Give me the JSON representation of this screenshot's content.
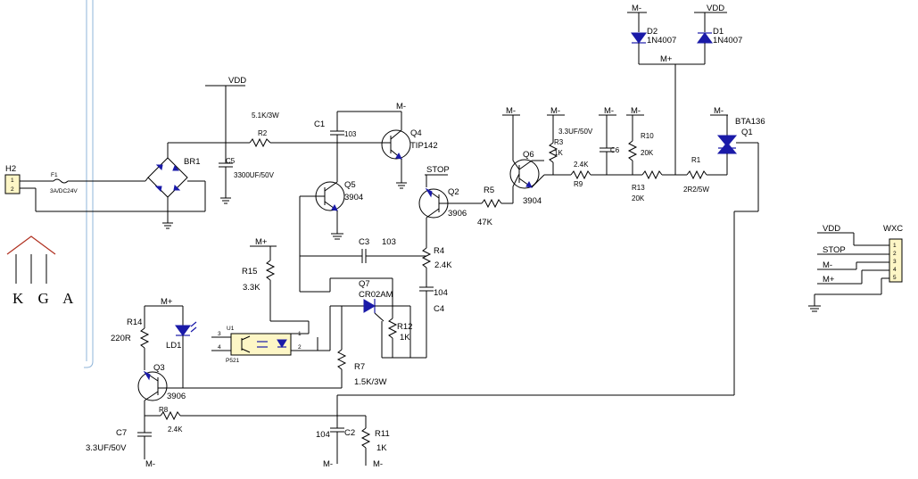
{
  "labels": {
    "H2": "H2",
    "F1": "F1",
    "fuse": "3A/DC24V",
    "BR1": "BR1",
    "C5": "C5",
    "C5v": "3300UF/50V",
    "VDD_top": "VDD",
    "R2": "R2",
    "R2v": "5.1K/3W",
    "C1": "C1",
    "C1v": "103",
    "Q4": "Q4",
    "Q4v": "TIP142",
    "Mminus_q4": "M-",
    "Q5": "Q5",
    "Q5v": "3904",
    "STOP": "STOP",
    "Q2": "Q2",
    "Q2v": "3906",
    "R5": "R5",
    "R5v": "47K",
    "Q6": "Q6",
    "Q6v": "3904",
    "Mminus_q6": "M-",
    "R3": "R3",
    "R3v": "1K",
    "Mminus_r3": "M-",
    "C6v": "3.3UF/50V",
    "C6": "C6",
    "Mminus_c6": "M-",
    "R9": "R9",
    "R9v": "2.4K",
    "R10": "R10",
    "R10v": "20K",
    "Mminus_r10": "M-",
    "R13": "R13",
    "R13v": "20K",
    "R1": "R1",
    "R1v": "2R2/5W",
    "Mminus_q1": "M-",
    "Q1v": "BTA136",
    "Q1": "Q1",
    "D2": "D2",
    "D2v": "1N4007",
    "Mminus_d2": "M-",
    "D1": "D1",
    "D1v": "1N4007",
    "VDD_d1": "VDD",
    "Mplus_d": "M+",
    "Mplus_r15": "M+",
    "R15": "R15",
    "R15v": "3.3K",
    "C3": "C3",
    "C3v": "103",
    "R4": "R4",
    "R4v": "2.4K",
    "C4v": "104",
    "C4": "C4",
    "Q7": "Q7",
    "Q7v": "CR02AM",
    "R12": "R12",
    "R12v": "1K",
    "U1": "U1",
    "U1v": "P521",
    "p3": "3",
    "p4": "4",
    "p1": "1",
    "p2": "2",
    "R7": "R7",
    "R7v": "1.5K/3W",
    "Mplus_r14": "M+",
    "R14": "R14",
    "R14v": "220R",
    "LD1": "LD1",
    "Q3": "Q3",
    "Q3v": "3906",
    "R8": "R8",
    "R8v": "2.4K",
    "C7": "C7",
    "C7v": "3.3UF/50V",
    "Mminus_c7": "M-",
    "C2v": "104",
    "C2": "C2",
    "Mminus_c2": "M-",
    "R11": "R11",
    "R11v": "1K",
    "Mminus_r11": "M-",
    "KGA": "K G A",
    "WXC": "WXC",
    "con_VDD": "VDD",
    "con_STOP": "STOP",
    "con_Mminus": "M-",
    "con_Mplus": "M+",
    "cp1": "1",
    "cp2": "2",
    "cp3": "3",
    "cp4": "4",
    "cp5": "5",
    "h2p1": "1",
    "h2p2": "2"
  }
}
